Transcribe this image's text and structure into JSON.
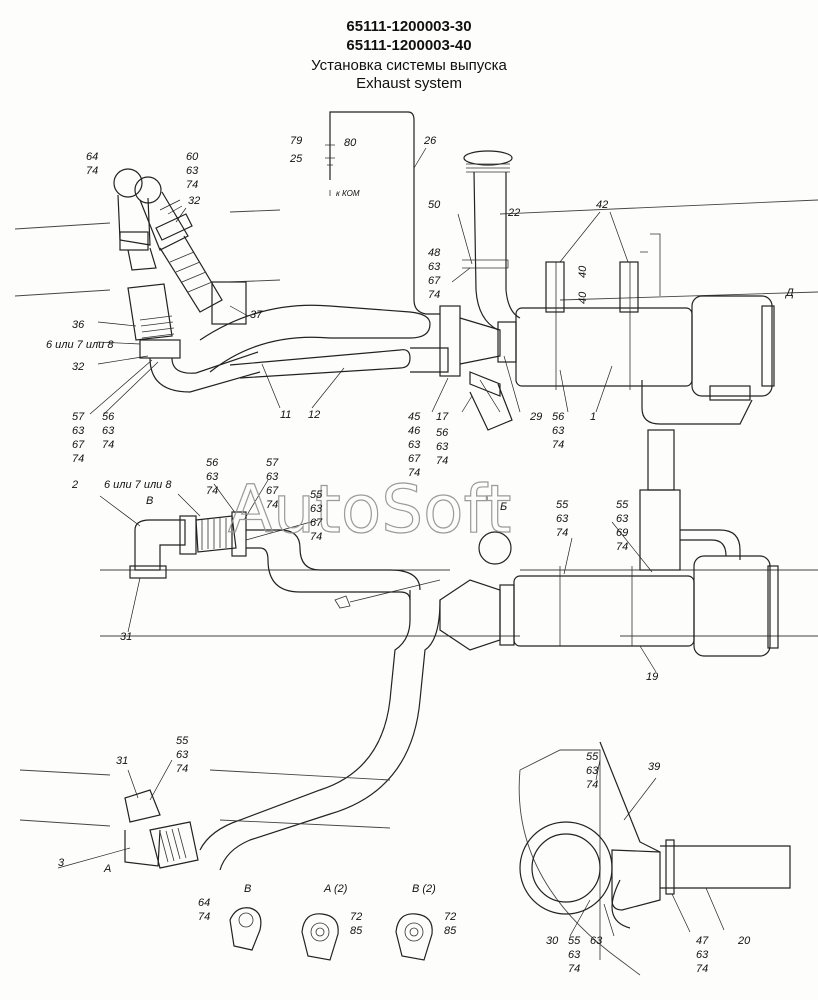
{
  "header": {
    "code1": "65111-1200003-30",
    "code2": "65111-1200003-40",
    "title_ru": "Установка системы выпуска",
    "title_en": "Exhaust system"
  },
  "watermark": "AutoSoft",
  "views": {
    "a": "A (2)",
    "b": "B",
    "b2": "B (2)",
    "d": "Д"
  },
  "labels": {
    "l79": "79",
    "l25": "25",
    "l80": "80",
    "l26": "26",
    "km": "к КОМ",
    "l64a": "64",
    "l74a": "74",
    "l60": "60",
    "l63a": "63",
    "l74b": "74",
    "l32a": "32",
    "l22": "22",
    "l50": "50",
    "l48": "48",
    "l63b": "63",
    "l67a": "67",
    "l74c": "74",
    "l42": "42",
    "l40a": "40",
    "l40b": "40",
    "l37": "37",
    "l36": "36",
    "l6or7or8a": "6 или 7 или 8",
    "l32b": "32",
    "l57a": "57",
    "l63c": "63",
    "l67b": "67",
    "l74d": "74",
    "l56a": "56",
    "l63d": "63",
    "l74e": "74",
    "l11": "11",
    "l12": "12",
    "l45": "45",
    "l46": "46",
    "l63e": "63",
    "l67c": "67",
    "l74f": "74",
    "l17": "17",
    "l56b": "56",
    "l63f": "63",
    "l74g": "74",
    "l29": "29",
    "l56c": "56",
    "l63g": "63",
    "l74h": "74",
    "l1": "1",
    "l2": "2",
    "l6or7or8b": "6 или 7 или 8",
    "lB": "B",
    "l56d": "56",
    "l63h": "63",
    "l74i": "74",
    "l57b": "57",
    "l63i": "63",
    "l67d": "67",
    "l74j": "74",
    "l55a": "55",
    "l63j": "63",
    "l67e": "67",
    "l74k": "74",
    "lBc": "Б",
    "l55b": "55",
    "l63k": "63",
    "l74l": "74",
    "l55c": "55",
    "l63l": "63",
    "l69": "69",
    "l74m": "74",
    "l31a": "31",
    "l19": "19",
    "l31b": "31",
    "l55d": "55",
    "l63m": "63",
    "l74n": "74",
    "l3": "3",
    "lA": "A",
    "l55e": "55",
    "l63n": "63",
    "l74o": "74",
    "l39": "39",
    "l64b": "64",
    "l74p": "74",
    "l72a": "72",
    "l85a": "85",
    "l72b": "72",
    "l85b": "85",
    "l30": "30",
    "l55f": "55",
    "l63o": "63",
    "l74q": "74",
    "l63p": "63",
    "l47": "47",
    "l63q": "63",
    "l74r": "74",
    "l20": "20"
  }
}
